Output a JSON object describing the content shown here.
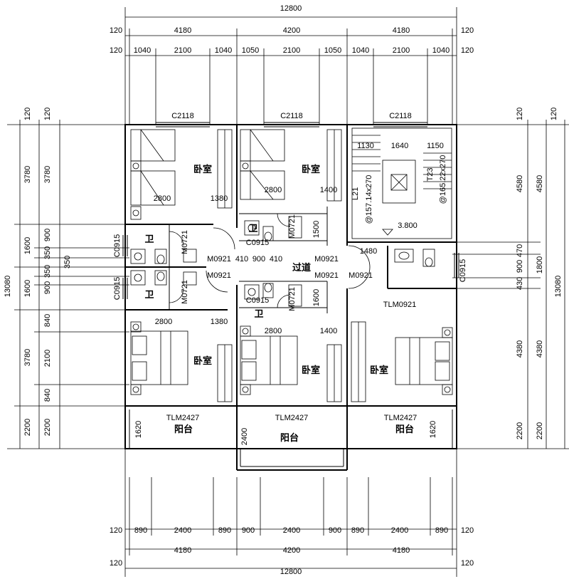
{
  "dims_top": {
    "total": "12800",
    "row1": [
      "120",
      "4180",
      "4200",
      "4180",
      "120"
    ],
    "row2": [
      "120",
      "1040",
      "2100",
      "1040",
      "1050",
      "2100",
      "1050",
      "1040",
      "2100",
      "1040",
      "120"
    ]
  },
  "dims_bottom": {
    "total": "12800",
    "row1": [
      "120",
      "890",
      "2400",
      "890",
      "900",
      "2400",
      "900",
      "890",
      "2400",
      "890",
      "120"
    ],
    "row2": [
      "4180",
      "4200",
      "4180"
    ],
    "row3": [
      "120",
      "120"
    ]
  },
  "dims_left": {
    "total": "13080",
    "outer": [
      "120",
      "3780",
      "1600",
      "1600",
      "3780",
      "2200"
    ],
    "inner": [
      "120",
      "3780",
      "900",
      "350",
      "350",
      "900",
      "350",
      "840",
      "2100",
      "840",
      "2200"
    ]
  },
  "dims_right": {
    "total": "13080",
    "outer": [
      "120",
      "4580",
      "1800",
      "4380",
      "2200"
    ],
    "inner": [
      "120",
      "4580",
      "470",
      "900",
      "430",
      "4380",
      "2200"
    ]
  },
  "rooms": {
    "bedroom": "卧室",
    "bathroom": "卫",
    "corridor": "过道",
    "balcony": "阳台"
  },
  "labels": {
    "window": "C2118",
    "bath_window": "C0915",
    "door": "M0921",
    "bath_door": "M0721",
    "balcony_door": "TLM2427",
    "bath_door_right": "TLM0921",
    "stair_floor": "3.800",
    "stair_left": "@157.14x270",
    "stair_right": "@165.22x270",
    "stair_l21": "L21",
    "stair_t23": "T23",
    "w2800": "2800",
    "w1380": "1380",
    "w1400": "1400",
    "w1500": "1500",
    "w1480": "1480",
    "w1600": "1600",
    "w1620": "1620",
    "w2400": "2400",
    "s1130": "1130",
    "s1640": "1640",
    "s1150": "1150",
    "mid_410a": "410",
    "mid_900": "900",
    "mid_410b": "410"
  }
}
